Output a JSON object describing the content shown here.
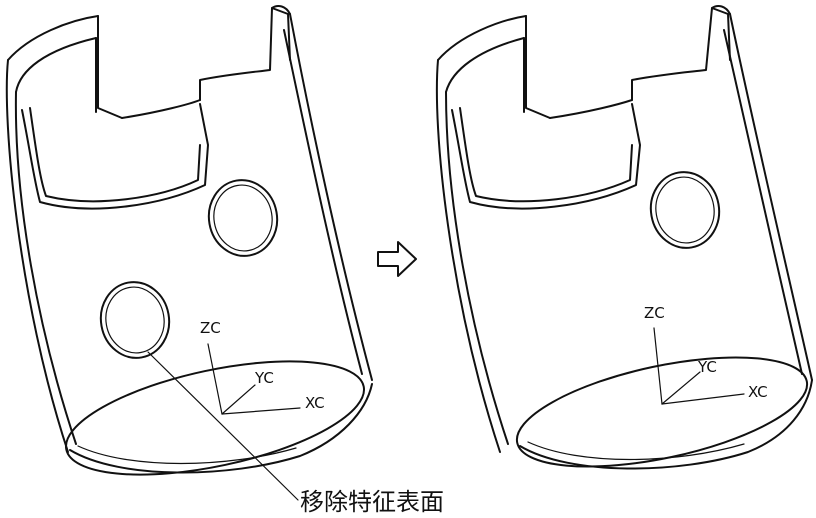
{
  "axes_left": {
    "zc": "ZC",
    "yc": "YC",
    "xc": "XC"
  },
  "axes_right": {
    "zc": "ZC",
    "yc": "YC",
    "xc": "XC"
  },
  "callout": {
    "label": "移除特征表面"
  },
  "arrow": {
    "glyph": "⇨",
    "icon": "right-arrow-icon"
  },
  "colors": {
    "line": "#111111",
    "background": "#ffffff"
  }
}
